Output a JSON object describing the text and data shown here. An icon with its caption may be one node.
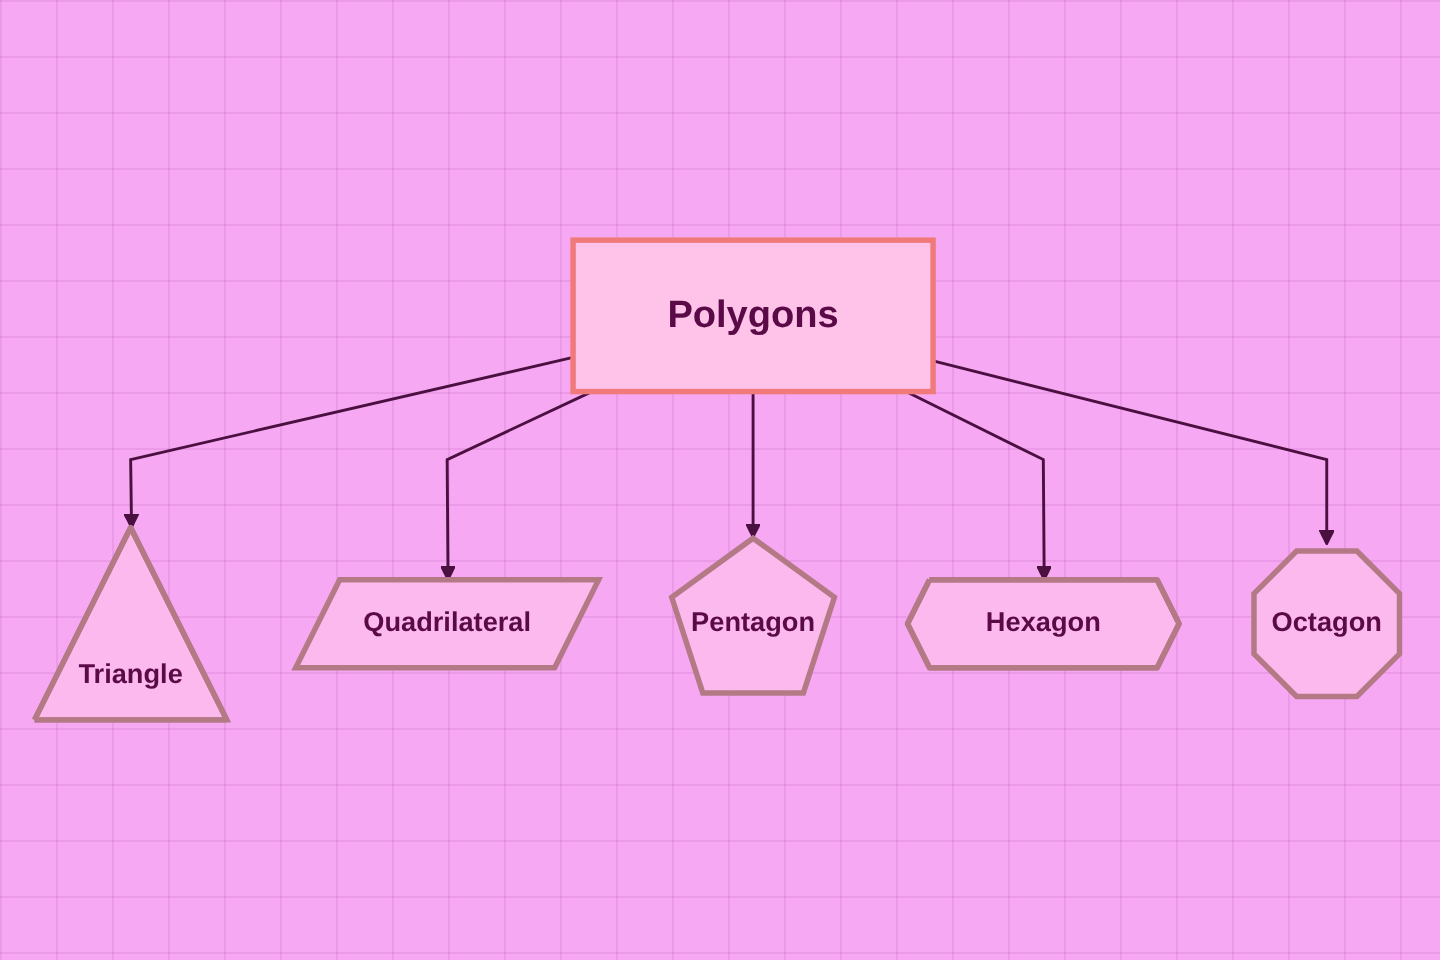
{
  "diagram": {
    "nodes": [
      {
        "text": [
          "Triangle"
        ]
      },
      {
        "text": [
          "Quadrilateral"
        ]
      },
      {
        "text": [
          "Pentagon"
        ]
      },
      {
        "text": [
          "Polygons"
        ]
      },
      {
        "text": [
          "Hexagon"
        ]
      },
      {
        "text": [
          "Octagon"
        ]
      }
    ],
    "edges": [
      {
        "from": 3,
        "to": 0,
        "arrow": "to"
      },
      {
        "from": 3,
        "to": 1,
        "arrow": "to"
      },
      {
        "from": 3,
        "to": 2,
        "arrow": "to"
      },
      {
        "from": 3,
        "to": 4,
        "arrow": "to"
      },
      {
        "from": 3,
        "to": 5,
        "arrow": "to"
      }
    ]
  }
}
